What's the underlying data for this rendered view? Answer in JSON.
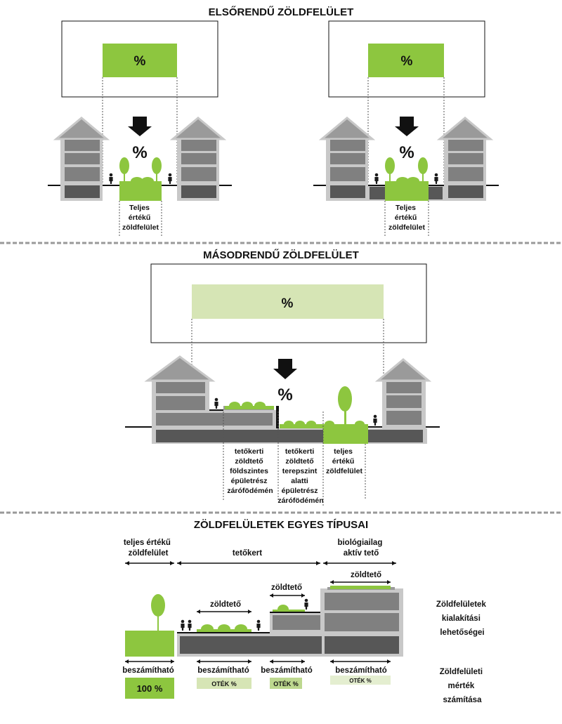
{
  "colors": {
    "green": "#8dc63f",
    "green_dark": "#6a9b2e",
    "light_green": "#d6e5b5",
    "building_fill": "#9a9a9a",
    "building_outline": "#c8c8c8",
    "basement": "#575757",
    "roof": "#adadad"
  },
  "section1": {
    "title": "ELSŐRENDŰ ZÖLDFELÜLET",
    "left": {
      "box_percent": "%",
      "center_percent": "%",
      "label": [
        "Teljes",
        "értékű",
        "zöldfelület"
      ]
    },
    "right": {
      "box_percent": "%",
      "center_percent": "%",
      "label": [
        "Teljes",
        "értékű",
        "zöldfelület"
      ]
    }
  },
  "section2": {
    "title": "MÁSODRENDŰ ZÖLDFELÜLET",
    "box_percent": "%",
    "center_percent": "%",
    "label_a": [
      "tetőkerti",
      "zöldtető",
      "földszintes",
      "épületrész",
      "zárófödémén"
    ],
    "label_b": [
      "tetőkerti",
      "zöldtető",
      "terepszint",
      "alatti",
      "épületrész",
      "zárófödémén"
    ],
    "label_c": [
      "teljes",
      "értékű",
      "zöldfelület"
    ]
  },
  "section3": {
    "title": "ZÖLDFELÜLETEK EGYES TÍPUSAI",
    "cat1": [
      "teljes értékű",
      "zöldfelület"
    ],
    "cat2": "tetőkert",
    "cat3": [
      "biológiailag",
      "aktív tető"
    ],
    "zoldteto": "zöldtető",
    "right_label_1": [
      "Zöldfelületek",
      "kialakítási",
      "lehetőségei"
    ],
    "right_label_2": [
      "Zöldfelületi",
      "mérték",
      "számítása"
    ],
    "beszamithato": "beszámítható",
    "percent_100": "100 %",
    "otek": "OTÉK %"
  }
}
